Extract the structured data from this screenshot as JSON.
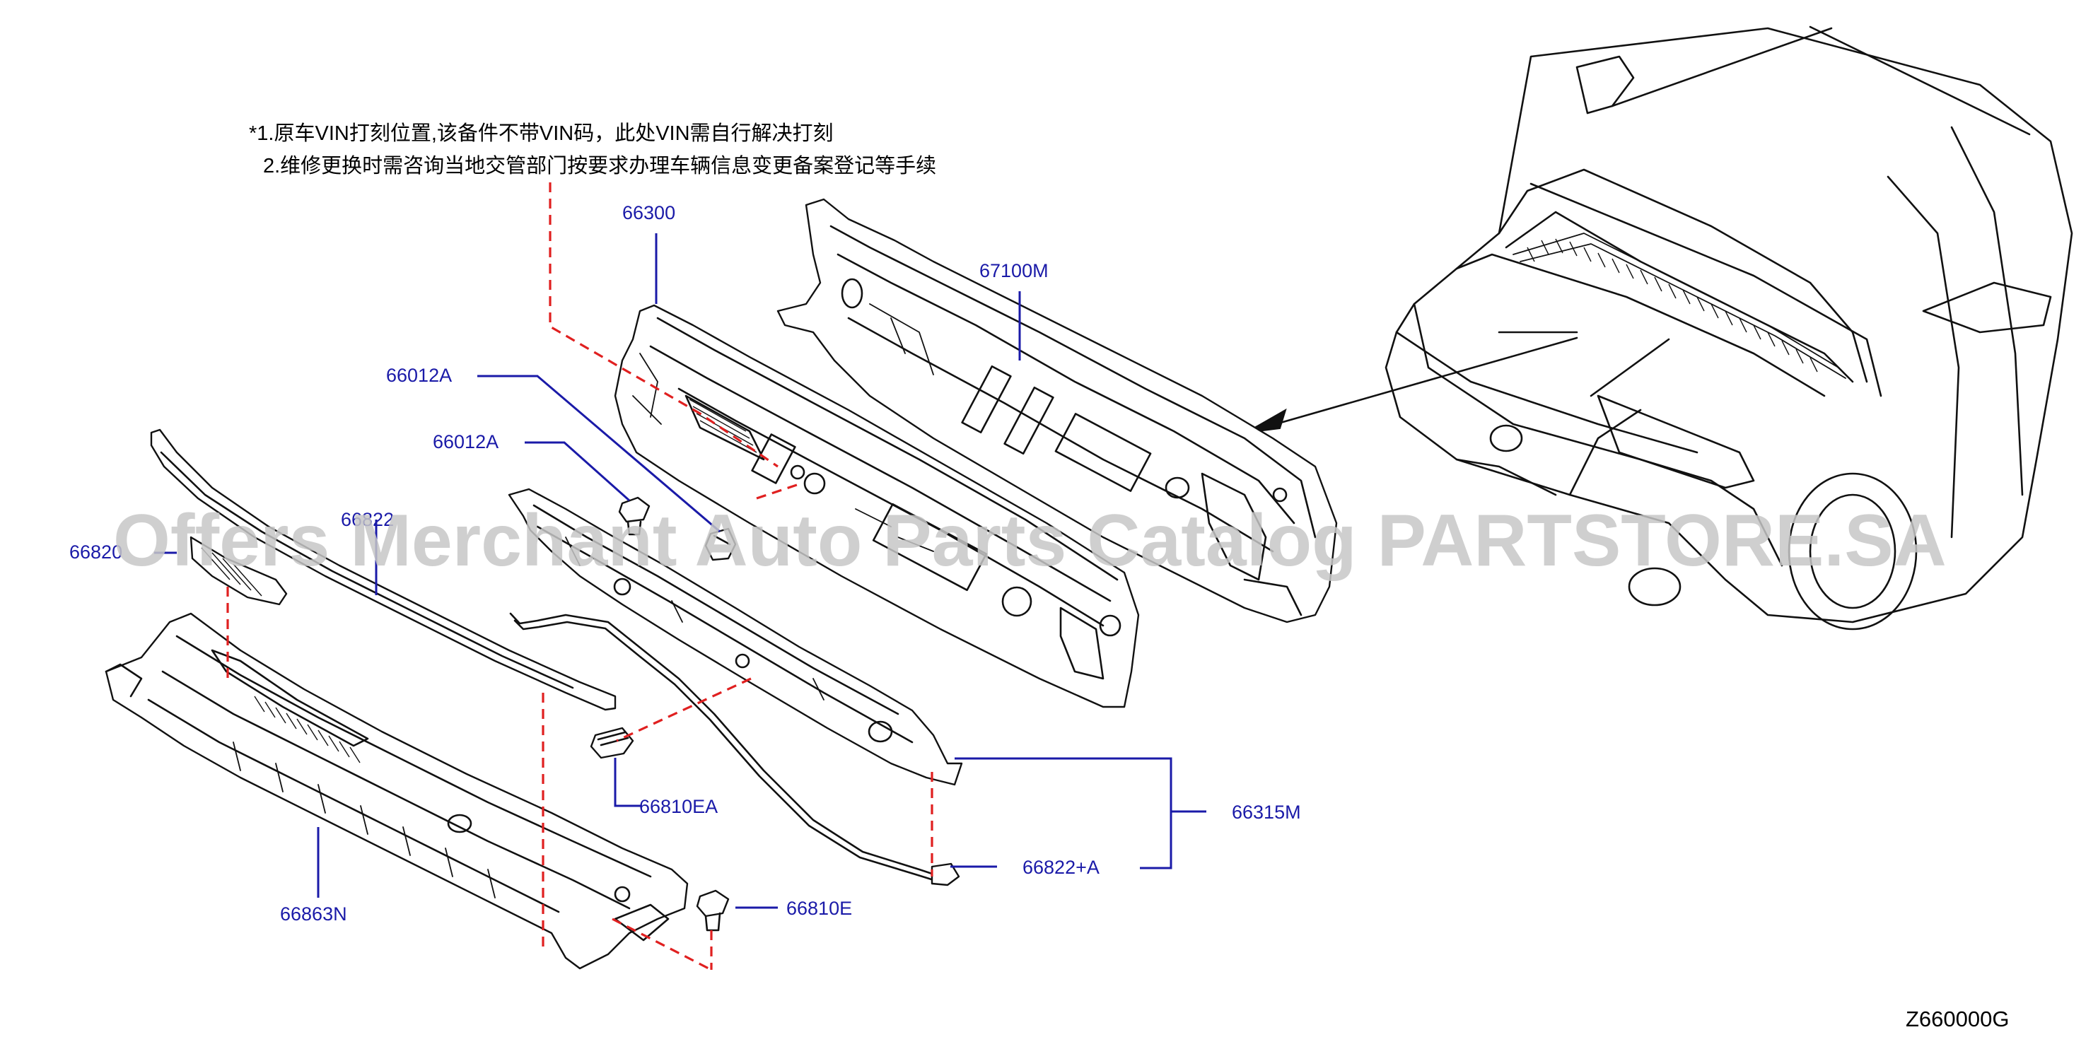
{
  "notes": [
    "*1.原车VIN打刻位置,该备件不带VIN码，此处VIN需自行解决打刻",
    "2.维修更换时需咨询当地交管部门按要求办理车辆信息变更备案登记等手续"
  ],
  "parts": [
    {
      "id": "66300",
      "label": "66300"
    },
    {
      "id": "67100M",
      "label": "67100M"
    },
    {
      "id": "66012A-1",
      "label": "66012A"
    },
    {
      "id": "66012A-2",
      "label": "66012A"
    },
    {
      "id": "66822",
      "label": "66822"
    },
    {
      "id": "66820",
      "label": "66820"
    },
    {
      "id": "66810EA",
      "label": "66810EA"
    },
    {
      "id": "66315M",
      "label": "66315M"
    },
    {
      "id": "66822A",
      "label": "66822+A"
    },
    {
      "id": "66863N",
      "label": "66863N"
    },
    {
      "id": "66810E",
      "label": "66810E"
    }
  ],
  "watermark": "Offers Merchant Auto Parts Catalog PARTSTORE.SA",
  "diagram_code": "Z660000G",
  "colors": {
    "label": "#1a1aa8",
    "leader": "#1a1aa8",
    "dashed_reference": "#e02020",
    "drawing_ink": "#111111",
    "watermark": "#c7c7c7"
  }
}
